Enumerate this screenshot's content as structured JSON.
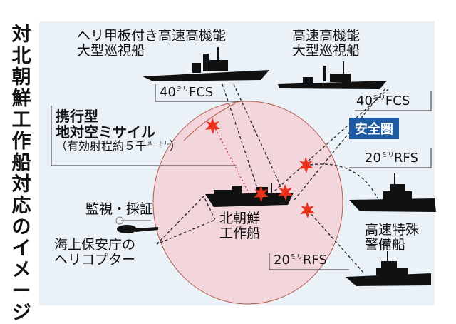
{
  "title": [
    "対",
    "北",
    "朝",
    "鮮",
    "工",
    "作",
    "船",
    "対",
    "応",
    "の",
    "イ",
    "メ",
    "ー",
    "ジ"
  ],
  "ships": {
    "heli_deck_cutter": {
      "line1": "ヘリ甲板付き高速高機能",
      "line2": "大型巡視船",
      "weapon_main": "40",
      "weapon_unit": "ミリ",
      "weapon_type": "FCS"
    },
    "fast_cutter": {
      "line1": "高速高機能",
      "line2": "大型巡視船",
      "weapon_main": "40",
      "weapon_unit": "ミリ",
      "weapon_type": "FCS"
    },
    "special_guard_upper": {
      "weapon_main": "20",
      "weapon_unit": "ミリ",
      "weapon_type": "RFS"
    },
    "special_guard": {
      "line1": "高速特殊",
      "line2": "警備船",
      "weapon_main": "20",
      "weapon_unit": "ミリ",
      "weapon_type": "RFS"
    }
  },
  "missile": {
    "line1": "携行型",
    "line2": "地対空ミサイル",
    "range": "（有効射程約５千",
    "range_unit": "メートル",
    "range_close": "）"
  },
  "safe_zone": "安全圏",
  "target": {
    "line1": "北朝鮮",
    "line2": "工作船"
  },
  "helicopter": {
    "action": "監視・採証",
    "line1": "海上保安庁の",
    "line2": "ヘリコプター"
  },
  "colors": {
    "panel": "#eaf2f8",
    "zone": "#f3d6dc",
    "zone_border": "#b55a4a",
    "burst": "#e8321e",
    "badge": "#1d5aa0"
  }
}
